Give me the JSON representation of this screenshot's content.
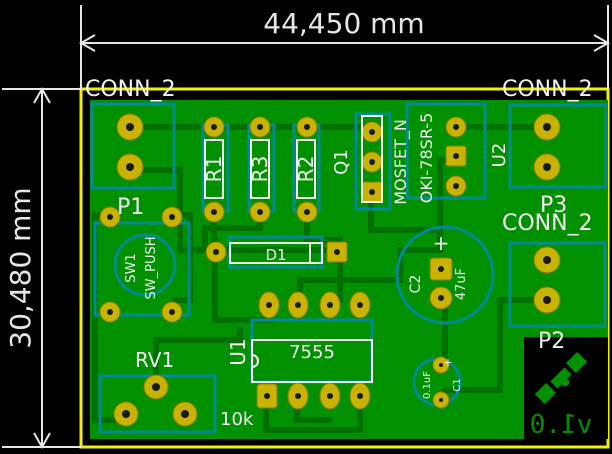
{
  "dimensions": {
    "width": "44,450 mm",
    "height": "30,480 mm"
  },
  "connectors": {
    "p1": {
      "ref": "P1",
      "value": "CONN_2"
    },
    "p2": {
      "ref": "P2",
      "value": "CONN_2"
    },
    "p3": {
      "ref": "P3",
      "value": "CONN_2"
    }
  },
  "components": {
    "r1": "R1",
    "r2": "R2",
    "r3": "R3",
    "d1": "D1",
    "q1": {
      "ref": "Q1",
      "value": "MOSFET_N"
    },
    "u1": {
      "ref": "U1",
      "value": "7555"
    },
    "u2": {
      "ref": "U2",
      "value": "OKI-78SR-5"
    },
    "c1": {
      "ref": "C1",
      "value": "0.1uF"
    },
    "c2": {
      "ref": "C2",
      "value": "47uF"
    },
    "sw1": {
      "ref": "SW1",
      "value": "SW_PUSH"
    },
    "rv1": {
      "ref": "RV1",
      "value": "10k"
    }
  },
  "c2_polarity": "+",
  "c1_polarity": "+",
  "version": "v1.0",
  "colors": {
    "background": "#000000",
    "copper": "#009000",
    "copper_dark": "#005c00",
    "pad": "#c8b400",
    "outline": "#f2f200",
    "courtyard": "#008c96",
    "silkscreen": "#f2f2f2"
  }
}
